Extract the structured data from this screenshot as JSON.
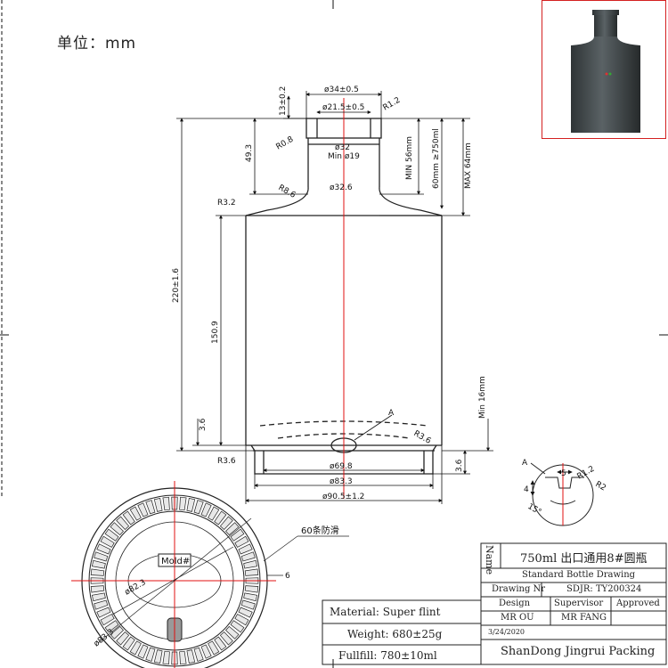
{
  "unit_label": "单位：mm",
  "dimensions": {
    "d_top": "ø34±0.5",
    "d_bore": "ø21.5±0.5",
    "r_lip": "R1.2",
    "h_lip": "13±0.2",
    "h_neck": "49.3",
    "r_neck_top": "R0.8",
    "d_neck": "ø32",
    "min_bore": "Min ø19",
    "r_shoulder_top": "R8.6",
    "d_neck_base": "ø32.6",
    "min_fill": "MIN 56mm",
    "fill_750": "60mm ≥750ml",
    "max_fill": "MAX 64mm",
    "r_shoulder": "R3.2",
    "h_total": "220±1.6",
    "h_body": "150.9",
    "h_base": "3.6",
    "min_thick": "Min 16mm",
    "detail_marker": "A",
    "r_base": "R3.6",
    "r_heel": "R3.6",
    "d_base1": "ø69.8",
    "d_base2": "ø83.3",
    "d_body": "ø90.5±1.2",
    "h_foot": "3.6"
  },
  "detail": {
    "label": "A",
    "w": "5",
    "r1": "R1.2",
    "r2": "R2",
    "h": "4",
    "angle": "15°"
  },
  "bottom_view": {
    "mold_label": "Mold#",
    "knurl_label": "60条防滑",
    "knurl_depth": "6",
    "d_inner": "ø82.3",
    "d_outer": "ø83.3"
  },
  "title_block": {
    "name_label": "Name",
    "product_name": "750ml 出口通用8#圆瓶",
    "drawing_type": "Standard Bottle Drawing",
    "drawing_nr_label": "Drawing Nr",
    "drawing_nr": "SDJR: TY200324",
    "design_label": "Design",
    "supervisor_label": "Supervisor",
    "approved_label": "Approved",
    "designer": "MR OU",
    "supervisor": "MR FANG",
    "date": "3/24/2020",
    "company": "ShanDong Jingrui Packing",
    "material": "Material: Super flint",
    "weight": "Weight: 680±25g",
    "fullfill": "Fullfill: 780±10ml"
  }
}
